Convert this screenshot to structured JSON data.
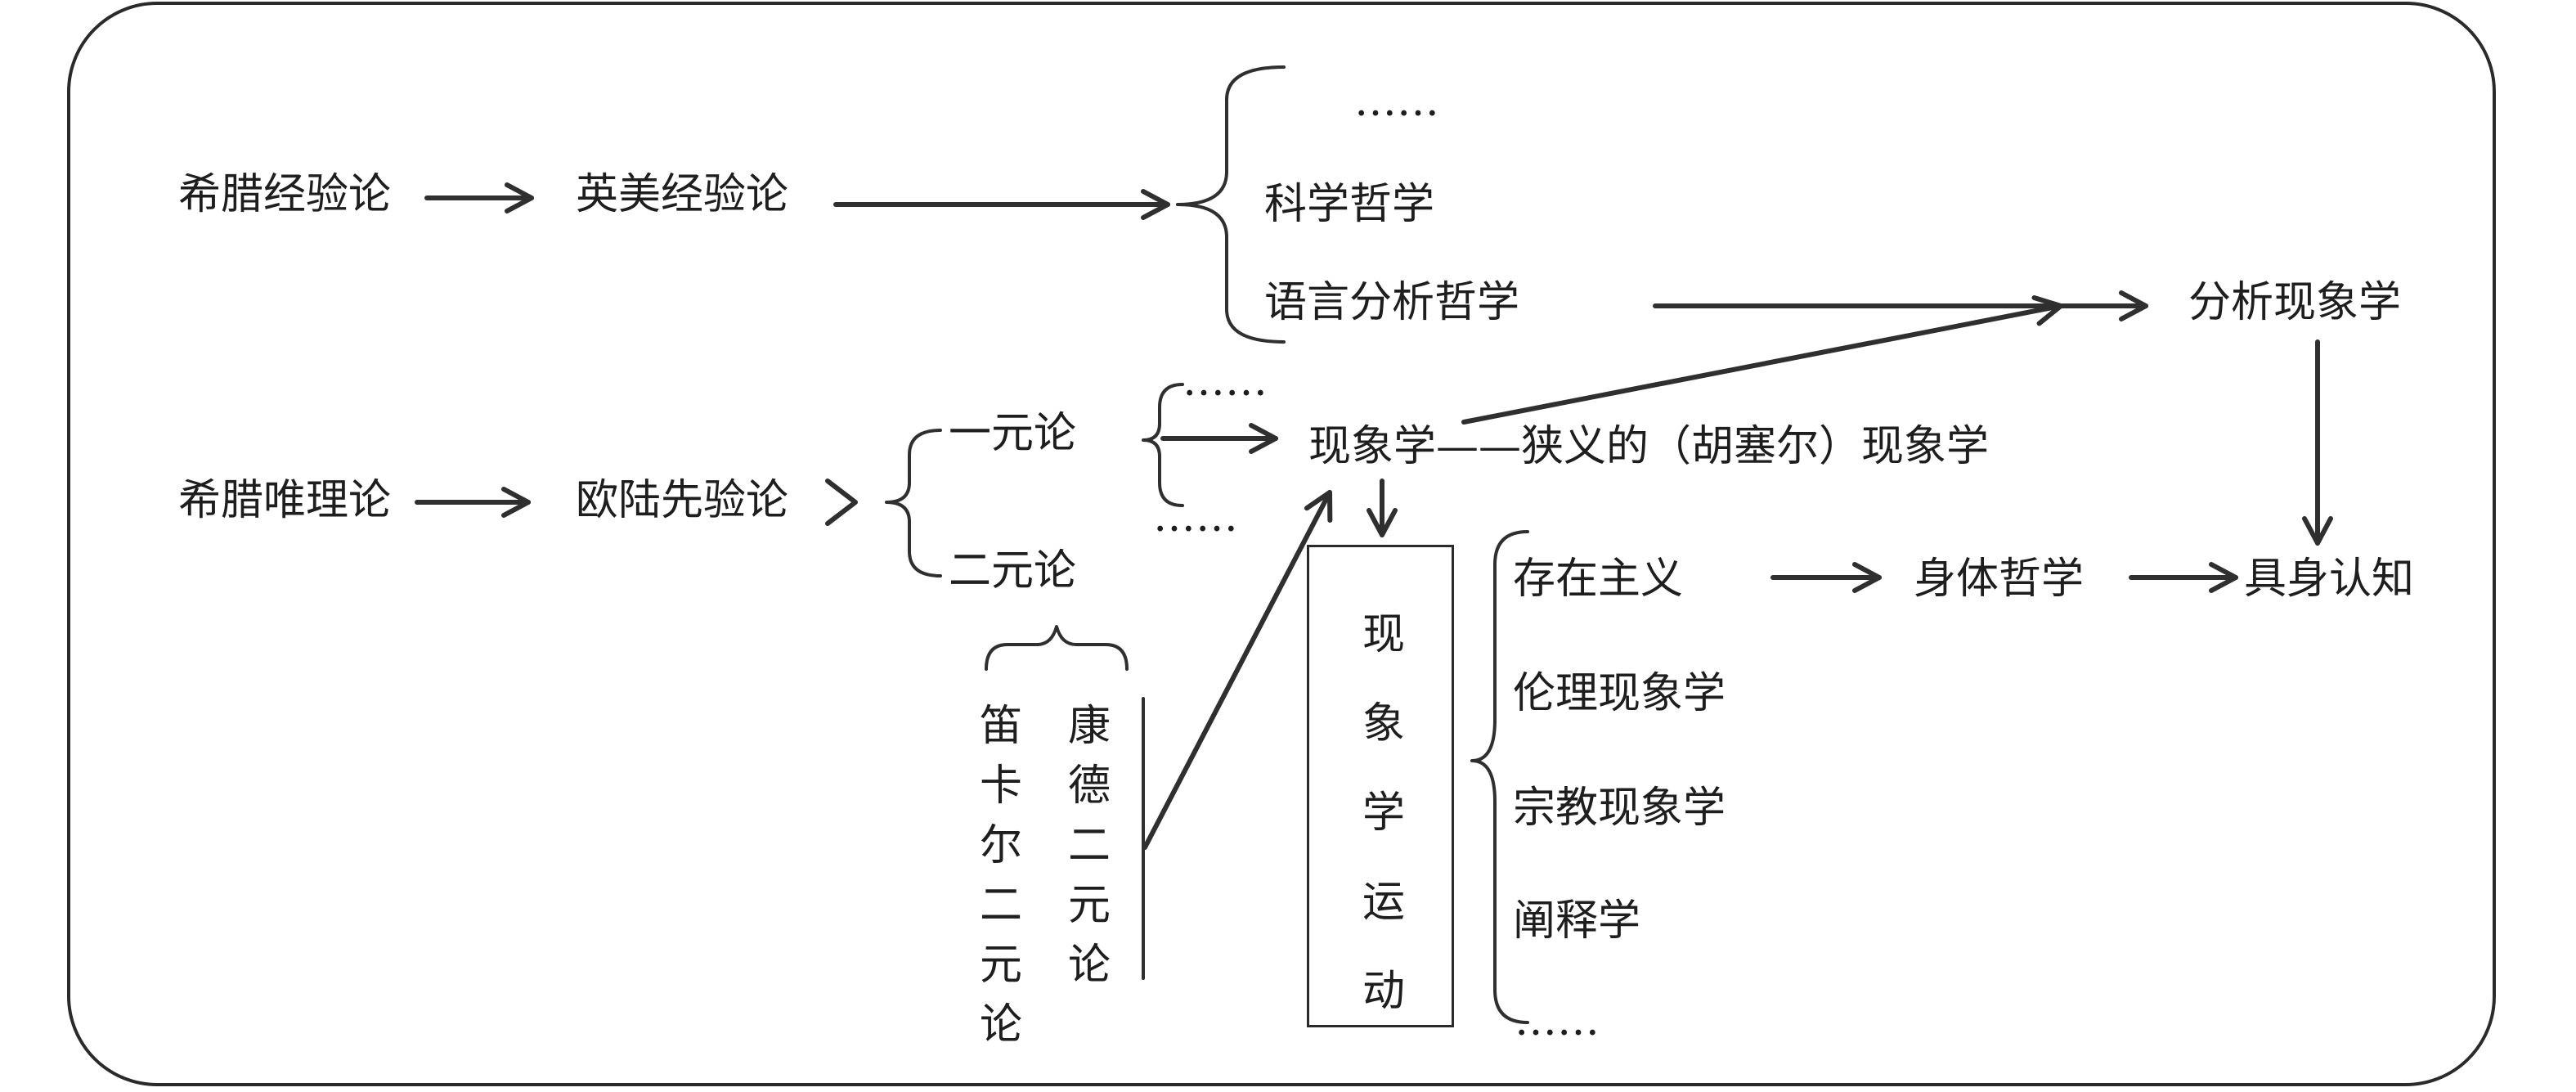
{
  "nodes": {
    "greek_empiricism": "希腊经验论",
    "anglo_american_empiricism": "英美经验论",
    "ellipsis_top": "……",
    "philosophy_of_science": "科学哲学",
    "linguistic_analytic_philosophy": "语言分析哲学",
    "analytic_phenomenology": "分析现象学",
    "greek_rationalism": "希腊唯理论",
    "continental_apriorism": "欧陆先验论",
    "monism": "一元论",
    "dualism": "二元论",
    "ellipsis_monism_top": "……",
    "ellipsis_monism_bottom": "……",
    "phenomenology": "现象学——狭义的（胡塞尔）现象学",
    "descartes_dualism": "笛卡尔二元论",
    "kant_dualism": "康德二元论",
    "phenomenological_movement": "现象学运动",
    "existentialism": "存在主义",
    "body_philosophy": "身体哲学",
    "embodied_cognition": "具身认知",
    "ethical_phenomenology": "伦理现象学",
    "religious_phenomenology": "宗教现象学",
    "hermeneutics": "阐释学",
    "ellipsis_movement": "……"
  }
}
